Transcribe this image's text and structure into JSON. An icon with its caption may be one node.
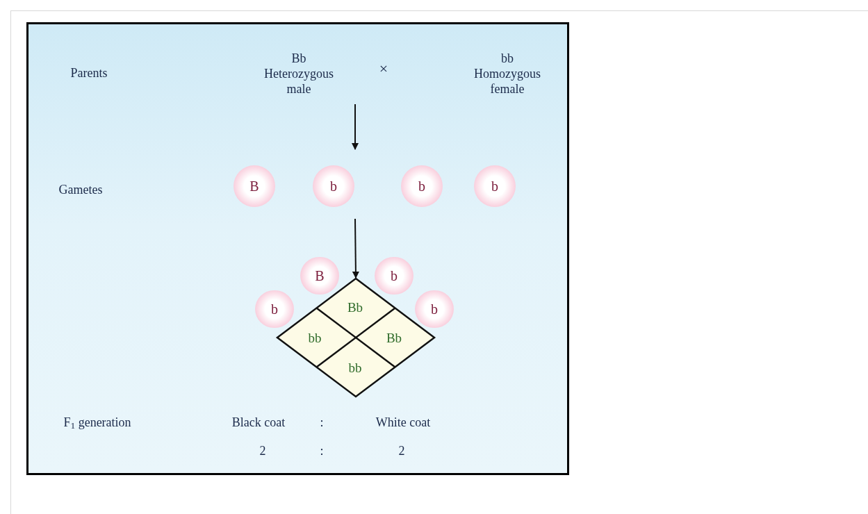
{
  "diagram": {
    "nodes": [
      {
        "text": [
          "B"
        ]
      },
      {
        "text": [
          "b"
        ]
      },
      {
        "text": [
          "b"
        ]
      },
      {
        "text": [
          "b"
        ]
      },
      {
        "text": [
          "B"
        ]
      },
      {
        "text": [
          "b"
        ]
      },
      {
        "text": [
          "b"
        ]
      },
      {
        "text": [
          "b"
        ]
      },
      {
        "text": [],
        "shape": "diamond"
      },
      {
        "text": [
          "Bb"
        ],
        "in": 8
      },
      {
        "text": [
          "bb"
        ],
        "in": 8
      },
      {
        "text": [
          "Bb"
        ],
        "in": 8
      },
      {
        "text": [
          "bb"
        ],
        "in": 8
      }
    ],
    "edges": [
      {
        "from": null,
        "to": 8,
        "arrow": "to"
      }
    ],
    "labels": [
      "Parents",
      "Bb",
      "Heterozygous male",
      "×",
      "bb",
      "Homozygous female",
      "Gametes",
      "F$_{1}$ generation",
      "Black coat",
      ":",
      "White coat",
      "2",
      ":",
      "2"
    ]
  }
}
